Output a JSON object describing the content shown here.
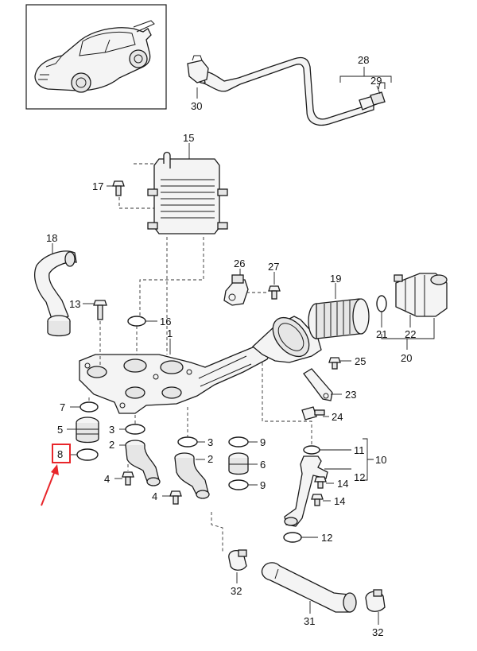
{
  "diagram": {
    "callouts": [
      {
        "id": "c1",
        "text": "1"
      },
      {
        "id": "c2a",
        "text": "2"
      },
      {
        "id": "c2b",
        "text": "2"
      },
      {
        "id": "c3a",
        "text": "3"
      },
      {
        "id": "c3b",
        "text": "3"
      },
      {
        "id": "c4a",
        "text": "4"
      },
      {
        "id": "c4b",
        "text": "4"
      },
      {
        "id": "c5",
        "text": "5"
      },
      {
        "id": "c6",
        "text": "6"
      },
      {
        "id": "c7",
        "text": "7"
      },
      {
        "id": "c8",
        "text": "8"
      },
      {
        "id": "c9a",
        "text": "9"
      },
      {
        "id": "c9b",
        "text": "9"
      },
      {
        "id": "c10",
        "text": "10"
      },
      {
        "id": "c11",
        "text": "11"
      },
      {
        "id": "c12a",
        "text": "12"
      },
      {
        "id": "c12b",
        "text": "12"
      },
      {
        "id": "c13",
        "text": "13"
      },
      {
        "id": "c14a",
        "text": "14"
      },
      {
        "id": "c14b",
        "text": "14"
      },
      {
        "id": "c15",
        "text": "15"
      },
      {
        "id": "c16",
        "text": "16"
      },
      {
        "id": "c17",
        "text": "17"
      },
      {
        "id": "c18",
        "text": "18"
      },
      {
        "id": "c19",
        "text": "19"
      },
      {
        "id": "c20",
        "text": "20"
      },
      {
        "id": "c21",
        "text": "21"
      },
      {
        "id": "c22",
        "text": "22"
      },
      {
        "id": "c23",
        "text": "23"
      },
      {
        "id": "c24",
        "text": "24"
      },
      {
        "id": "c25",
        "text": "25"
      },
      {
        "id": "c26",
        "text": "26"
      },
      {
        "id": "c27",
        "text": "27"
      },
      {
        "id": "c28",
        "text": "28"
      },
      {
        "id": "c29",
        "text": "29"
      },
      {
        "id": "c30",
        "text": "30"
      },
      {
        "id": "c31",
        "text": "31"
      },
      {
        "id": "c32a",
        "text": "32"
      },
      {
        "id": "c32b",
        "text": "32"
      }
    ],
    "colors": {
      "line": "#1a1a1a",
      "highlight": "#e8262b",
      "part_fill": "#f4f4f4"
    }
  }
}
